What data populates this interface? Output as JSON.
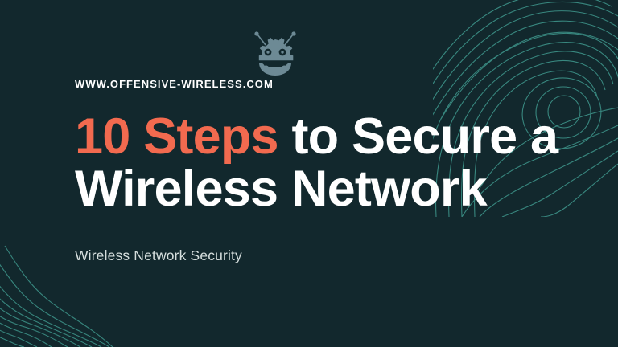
{
  "card": {
    "background_color": "#12282d",
    "accent_color": "#f26a4f",
    "text_color": "#ffffff",
    "muted_text_color": "#d5dedd",
    "decor_line_color": "#3c9086",
    "logo_color": "#6d8a95"
  },
  "logo": {
    "icon": "robot-gear-icon",
    "color": "#6d8a95"
  },
  "site_url": "WWW.OFFENSIVE-WIRELESS.COM",
  "headline": {
    "accent_text": "10 Steps",
    "rest_line1": " to Secure a",
    "line2": "Wireless Network",
    "full_text": "10 Steps to Secure a Wireless Network"
  },
  "subtitle": "Wireless Network Security",
  "decorations": {
    "top_right": "topographic-contour-lines",
    "bottom_left": "flowing-contour-lines"
  }
}
